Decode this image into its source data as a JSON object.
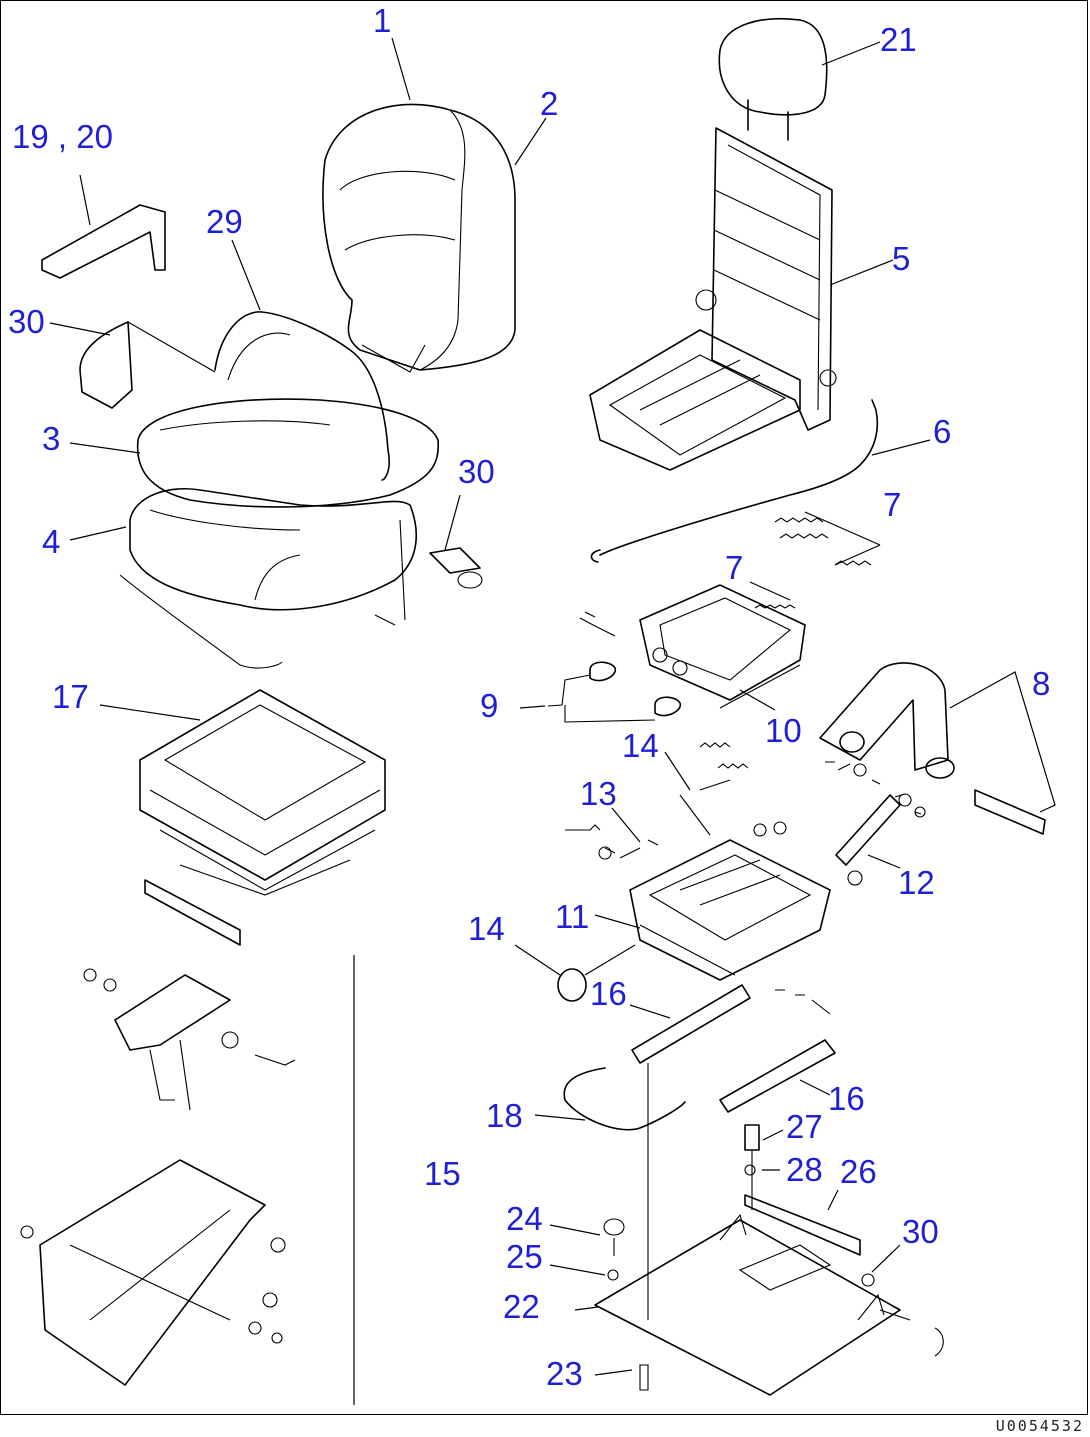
{
  "diagram": {
    "callouts": [
      {
        "id": "c1",
        "text": "1"
      },
      {
        "id": "c2",
        "text": "2"
      },
      {
        "id": "c3",
        "text": "3"
      },
      {
        "id": "c4",
        "text": "4"
      },
      {
        "id": "c5",
        "text": "5"
      },
      {
        "id": "c6",
        "text": "6"
      },
      {
        "id": "c7a",
        "text": "7"
      },
      {
        "id": "c7b",
        "text": "7"
      },
      {
        "id": "c8",
        "text": "8"
      },
      {
        "id": "c9",
        "text": "9"
      },
      {
        "id": "c10",
        "text": "10"
      },
      {
        "id": "c11",
        "text": "11"
      },
      {
        "id": "c12",
        "text": "12"
      },
      {
        "id": "c13",
        "text": "13"
      },
      {
        "id": "c14a",
        "text": "14"
      },
      {
        "id": "c14b",
        "text": "14"
      },
      {
        "id": "c15",
        "text": "15"
      },
      {
        "id": "c16a",
        "text": "16"
      },
      {
        "id": "c16b",
        "text": "16"
      },
      {
        "id": "c17",
        "text": "17"
      },
      {
        "id": "c18",
        "text": "18"
      },
      {
        "id": "c1920",
        "text": "19 , 20"
      },
      {
        "id": "c21",
        "text": "21"
      },
      {
        "id": "c22",
        "text": "22"
      },
      {
        "id": "c23",
        "text": "23"
      },
      {
        "id": "c24",
        "text": "24"
      },
      {
        "id": "c25",
        "text": "25"
      },
      {
        "id": "c26",
        "text": "26"
      },
      {
        "id": "c27",
        "text": "27"
      },
      {
        "id": "c28",
        "text": "28"
      },
      {
        "id": "c29",
        "text": "29"
      },
      {
        "id": "c30a",
        "text": "30"
      },
      {
        "id": "c30b",
        "text": "30"
      },
      {
        "id": "c30c",
        "text": "30"
      }
    ],
    "drawing_number": "U0054532",
    "colors": {
      "callout": "#1f1fd6",
      "line": "#000000",
      "background": "#ffffff"
    }
  }
}
